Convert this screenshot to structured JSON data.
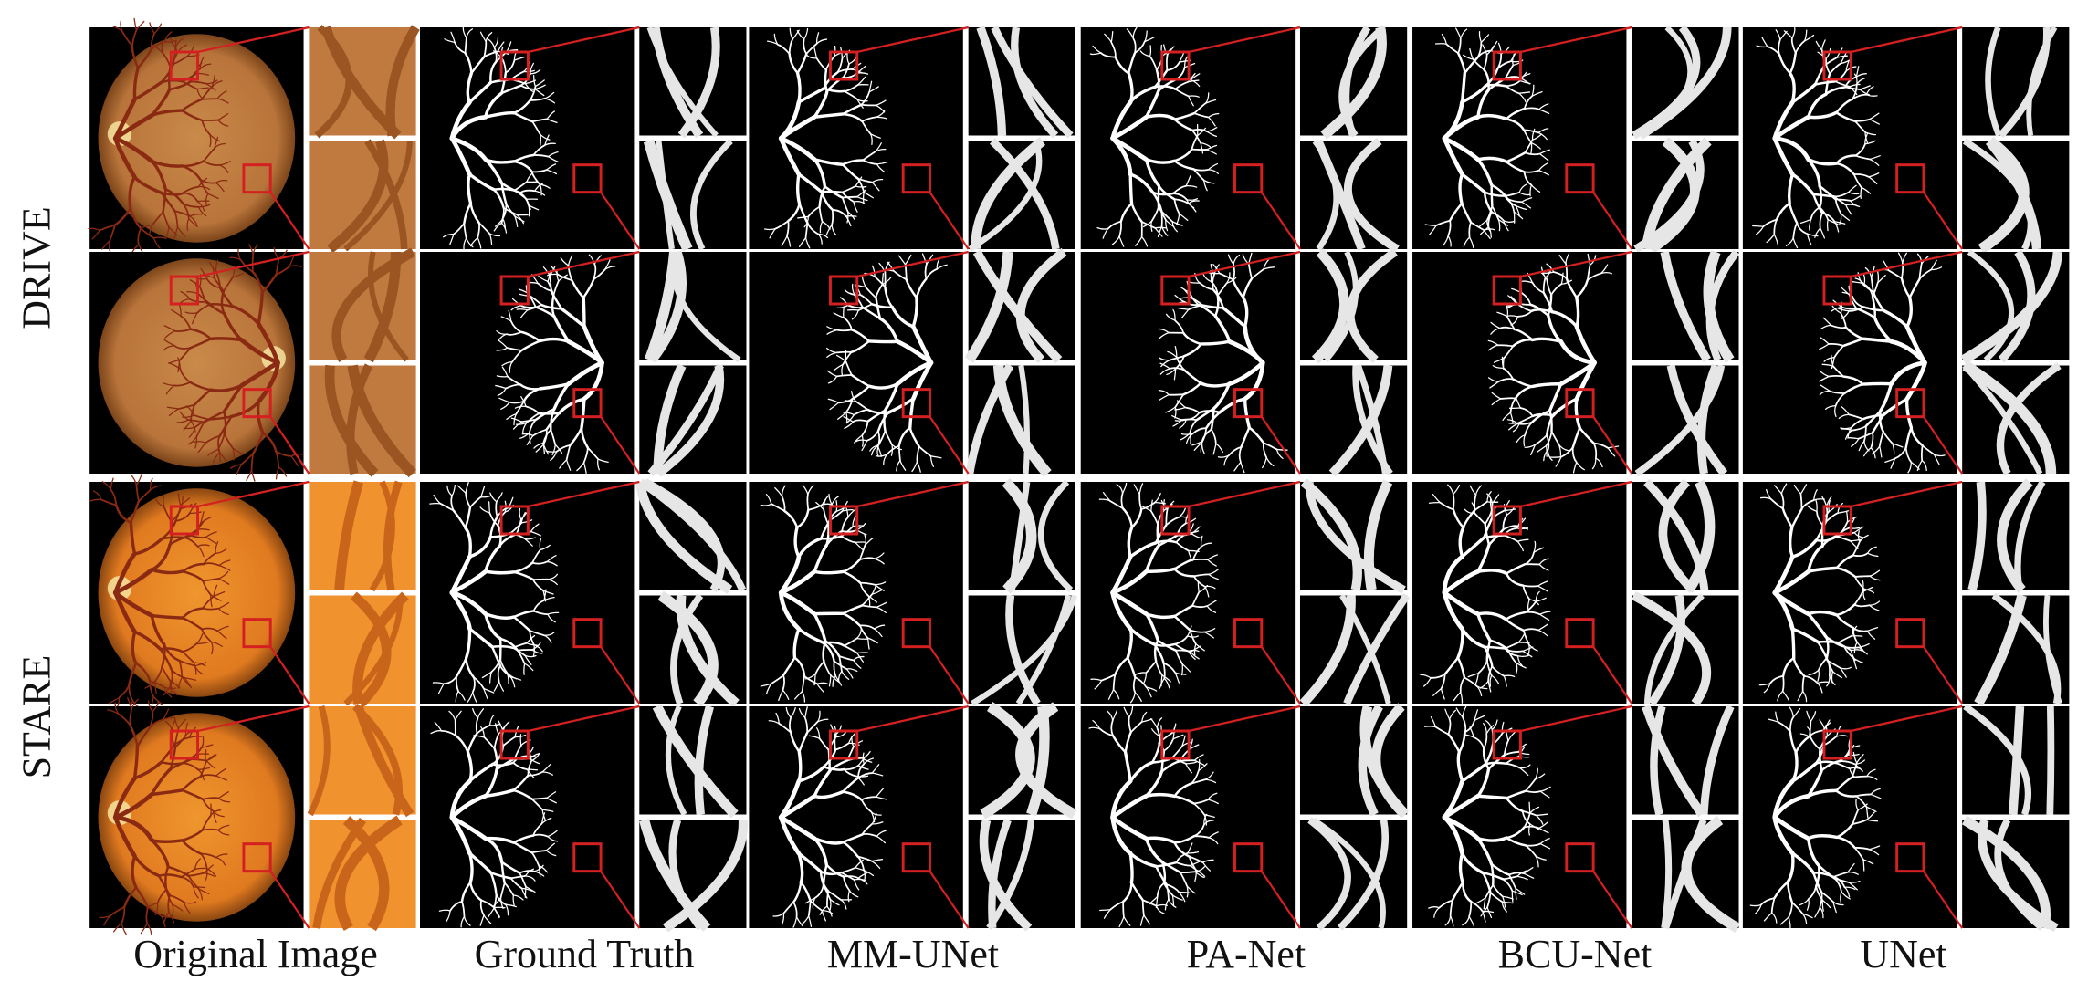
{
  "figure": {
    "row_groups": [
      "DRIVE",
      "STARE"
    ],
    "columns": [
      "Original Image",
      "Ground Truth",
      "MM-UNet",
      "PA-Net",
      "BCU-Net",
      "UNet"
    ],
    "colors": {
      "background": "#ffffff",
      "vessel": "#ffffff",
      "seg_background": "#000000",
      "highlight_box": "#d42020",
      "fundus_drive": "#b8743a",
      "fundus_stare": "#e07a20"
    }
  }
}
